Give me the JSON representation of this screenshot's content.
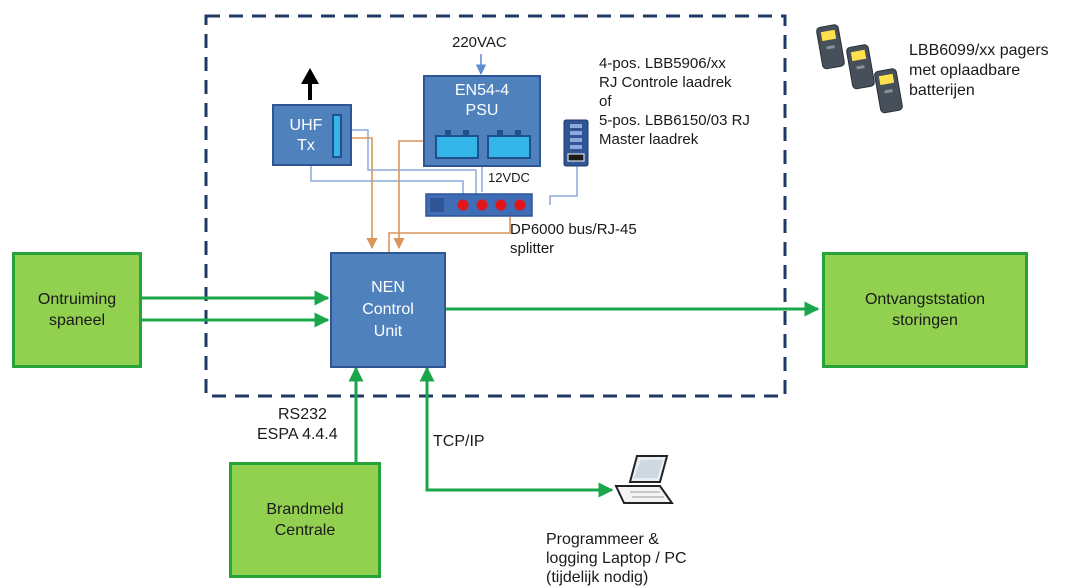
{
  "boxes": {
    "ontruiming": {
      "line1": "Ontruiming",
      "line2": "spaneel"
    },
    "ontvangst": {
      "line1": "Ontvangststation",
      "line2": "storingen"
    },
    "brandmeld": {
      "line1": "Brandmeld",
      "line2": "Centrale"
    },
    "nen": {
      "line1": "NEN",
      "line2": "Control",
      "line3": "Unit"
    },
    "uhf": {
      "line1": "UHF",
      "line2": "Tx"
    },
    "psu": {
      "line1": "EN54-4",
      "line2": "PSU"
    }
  },
  "labels": {
    "vac": "220VAC",
    "vdc": "12VDC",
    "splitter_line1": "DP6000 bus/RJ-45",
    "splitter_line2": "splitter",
    "rack_line1": "4-pos. LBB5906/xx",
    "rack_line2": "RJ Controle laadrek",
    "rack_line3": "of",
    "rack_line4": "5-pos. LBB6150/03 RJ",
    "rack_line5": "Master laadrek",
    "pagers_line1": "LBB6099/xx pagers",
    "pagers_line2": "met oplaadbare",
    "pagers_line3": "batterijen",
    "rs232_line1": "RS232",
    "rs232_line2": "ESPA 4.4.4",
    "tcpip": "TCP/IP",
    "laptop_line1": "Programmeer  &",
    "laptop_line2": "logging Laptop / PC",
    "laptop_line3": "(tijdelijk nodig)"
  },
  "icons": [
    "antenna-arrow-icon",
    "battery-icon",
    "charging-rack-icon",
    "pager-icon",
    "laptop-icon",
    "splitter-icon"
  ],
  "colors": {
    "green_fill": "#92d050",
    "green_border": "#27a33a",
    "green_arrow": "#1aa64a",
    "blue_fill": "#4f81bd",
    "blue_border": "#2f5597",
    "dashed_border": "#1f3864",
    "orange_line": "#d9955a",
    "thin_blue_line": "#8ea9db",
    "battery": "#33b5e8",
    "led_red": "#e0161b"
  }
}
